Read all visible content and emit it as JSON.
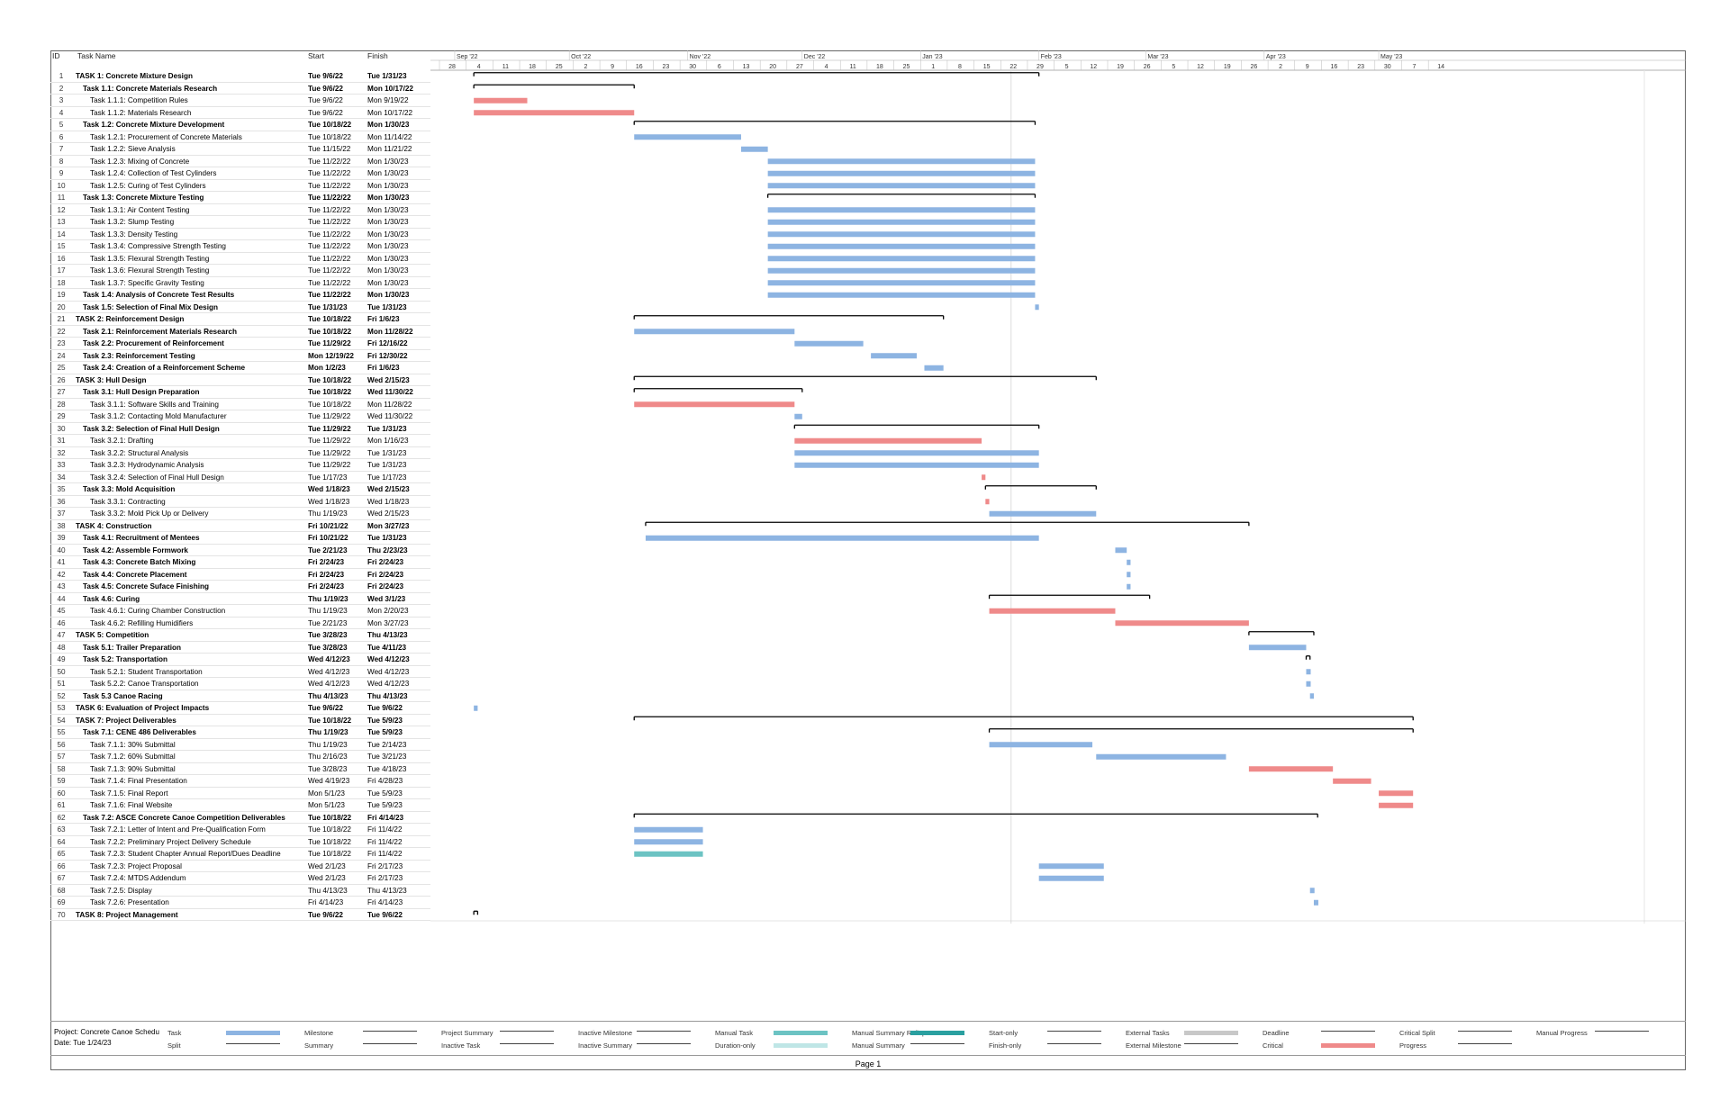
{
  "headers": {
    "id": "ID",
    "name": "Task Name",
    "start": "Start",
    "finish": "Finish"
  },
  "timeline": {
    "months": [
      "Sep '22",
      "Oct '22",
      "Nov '22",
      "Dec '22",
      "Jan '23",
      "Feb '23",
      "Mar '23",
      "Apr '23",
      "May '23"
    ],
    "days": [
      "28",
      "4",
      "11",
      "18",
      "25",
      "2",
      "9",
      "16",
      "23",
      "30",
      "6",
      "13",
      "20",
      "27",
      "4",
      "11",
      "18",
      "25",
      "1",
      "8",
      "15",
      "22",
      "29",
      "5",
      "12",
      "19",
      "26",
      "5",
      "12",
      "19",
      "26",
      "2",
      "9",
      "16",
      "23",
      "30",
      "7",
      "14"
    ]
  },
  "tasks": [
    {
      "id": "1",
      "name": "TASK 1: Concrete Mixture Design",
      "start": "Tue 9/6/22",
      "finish": "Tue 1/31/23",
      "level": 0,
      "summary": true
    },
    {
      "id": "2",
      "name": "Task 1.1: Concrete Materials Research",
      "start": "Tue 9/6/22",
      "finish": "Mon 10/17/22",
      "level": 1,
      "summary": true
    },
    {
      "id": "3",
      "name": "Task 1.1.1: Competition Rules",
      "start": "Tue 9/6/22",
      "finish": "Mon 9/19/22",
      "level": 2,
      "summary": false,
      "critical": true
    },
    {
      "id": "4",
      "name": "Task 1.1.2: Materials Research",
      "start": "Tue 9/6/22",
      "finish": "Mon 10/17/22",
      "level": 2,
      "summary": false,
      "critical": true
    },
    {
      "id": "5",
      "name": "Task 1.2: Concrete Mixture Development",
      "start": "Tue 10/18/22",
      "finish": "Mon 1/30/23",
      "level": 1,
      "summary": true
    },
    {
      "id": "6",
      "name": "Task 1.2.1: Procurement of Concrete Materials",
      "start": "Tue 10/18/22",
      "finish": "Mon 11/14/22",
      "level": 2,
      "summary": false
    },
    {
      "id": "7",
      "name": "Task 1.2.2: Sieve Analysis",
      "start": "Tue 11/15/22",
      "finish": "Mon 11/21/22",
      "level": 2,
      "summary": false
    },
    {
      "id": "8",
      "name": "Task 1.2.3: Mixing of Concrete",
      "start": "Tue 11/22/22",
      "finish": "Mon 1/30/23",
      "level": 2,
      "summary": false
    },
    {
      "id": "9",
      "name": "Task 1.2.4: Collection of Test Cylinders",
      "start": "Tue 11/22/22",
      "finish": "Mon 1/30/23",
      "level": 2,
      "summary": false
    },
    {
      "id": "10",
      "name": "Task 1.2.5: Curing of Test Cylinders",
      "start": "Tue 11/22/22",
      "finish": "Mon 1/30/23",
      "level": 2,
      "summary": false
    },
    {
      "id": "11",
      "name": "Task 1.3: Concrete Mixture Testing",
      "start": "Tue 11/22/22",
      "finish": "Mon 1/30/23",
      "level": 1,
      "summary": true
    },
    {
      "id": "12",
      "name": "Task 1.3.1: Air Content Testing",
      "start": "Tue 11/22/22",
      "finish": "Mon 1/30/23",
      "level": 2,
      "summary": false
    },
    {
      "id": "13",
      "name": "Task 1.3.2: Slump Testing",
      "start": "Tue 11/22/22",
      "finish": "Mon 1/30/23",
      "level": 2,
      "summary": false
    },
    {
      "id": "14",
      "name": "Task 1.3.3: Density Testing",
      "start": "Tue 11/22/22",
      "finish": "Mon 1/30/23",
      "level": 2,
      "summary": false
    },
    {
      "id": "15",
      "name": "Task 1.3.4: Compressive Strength Testing",
      "start": "Tue 11/22/22",
      "finish": "Mon 1/30/23",
      "level": 2,
      "summary": false
    },
    {
      "id": "16",
      "name": "Task 1.3.5: Flexural Strength Testing",
      "start": "Tue 11/22/22",
      "finish": "Mon 1/30/23",
      "level": 2,
      "summary": false
    },
    {
      "id": "17",
      "name": "Task 1.3.6: Flexural Strength Testing",
      "start": "Tue 11/22/22",
      "finish": "Mon 1/30/23",
      "level": 2,
      "summary": false
    },
    {
      "id": "18",
      "name": "Task 1.3.7: Specific Gravity Testing",
      "start": "Tue 11/22/22",
      "finish": "Mon 1/30/23",
      "level": 2,
      "summary": false
    },
    {
      "id": "19",
      "name": "Task 1.4: Analysis of Concrete Test Results",
      "start": "Tue 11/22/22",
      "finish": "Mon 1/30/23",
      "level": 1,
      "summary": false,
      "boldtext": true
    },
    {
      "id": "20",
      "name": "Task 1.5: Selection of Final Mix Design",
      "start": "Tue 1/31/23",
      "finish": "Tue 1/31/23",
      "level": 1,
      "summary": false,
      "boldtext": true
    },
    {
      "id": "21",
      "name": "TASK 2: Reinforcement Design",
      "start": "Tue 10/18/22",
      "finish": "Fri 1/6/23",
      "level": 0,
      "summary": true
    },
    {
      "id": "22",
      "name": "Task 2.1: Reinforcement Materials Research",
      "start": "Tue 10/18/22",
      "finish": "Mon 11/28/22",
      "level": 1,
      "summary": false,
      "boldtext": true
    },
    {
      "id": "23",
      "name": "Task 2.2: Procurement of Reinforcement",
      "start": "Tue 11/29/22",
      "finish": "Fri 12/16/22",
      "level": 1,
      "summary": false,
      "boldtext": true
    },
    {
      "id": "24",
      "name": "Task 2.3: Reinforcement Testing",
      "start": "Mon 12/19/22",
      "finish": "Fri 12/30/22",
      "level": 1,
      "summary": false,
      "boldtext": true
    },
    {
      "id": "25",
      "name": "Task 2.4: Creation of a Reinforcement Scheme",
      "start": "Mon 1/2/23",
      "finish": "Fri 1/6/23",
      "level": 1,
      "summary": false,
      "boldtext": true
    },
    {
      "id": "26",
      "name": "TASK 3: Hull Design",
      "start": "Tue 10/18/22",
      "finish": "Wed 2/15/23",
      "level": 0,
      "summary": true
    },
    {
      "id": "27",
      "name": "Task 3.1: Hull Design Preparation",
      "start": "Tue 10/18/22",
      "finish": "Wed 11/30/22",
      "level": 1,
      "summary": true
    },
    {
      "id": "28",
      "name": "Task 3.1.1: Software Skills and Training",
      "start": "Tue 10/18/22",
      "finish": "Mon 11/28/22",
      "level": 2,
      "summary": false,
      "critical": true
    },
    {
      "id": "29",
      "name": "Task 3.1.2: Contacting Mold Manufacturer",
      "start": "Tue 11/29/22",
      "finish": "Wed 11/30/22",
      "level": 2,
      "summary": false
    },
    {
      "id": "30",
      "name": "Task 3.2: Selection of Final Hull Design",
      "start": "Tue 11/29/22",
      "finish": "Tue 1/31/23",
      "level": 1,
      "summary": true
    },
    {
      "id": "31",
      "name": "Task 3.2.1: Drafting",
      "start": "Tue 11/29/22",
      "finish": "Mon 1/16/23",
      "level": 2,
      "summary": false,
      "critical": true
    },
    {
      "id": "32",
      "name": "Task 3.2.2: Structural Analysis",
      "start": "Tue 11/29/22",
      "finish": "Tue 1/31/23",
      "level": 2,
      "summary": false
    },
    {
      "id": "33",
      "name": "Task 3.2.3: Hydrodynamic Analysis",
      "start": "Tue 11/29/22",
      "finish": "Tue 1/31/23",
      "level": 2,
      "summary": false
    },
    {
      "id": "34",
      "name": "Task 3.2.4: Selection of Final Hull Design",
      "start": "Tue 1/17/23",
      "finish": "Tue 1/17/23",
      "level": 2,
      "summary": false,
      "critical": true
    },
    {
      "id": "35",
      "name": "Task 3.3: Mold Acquisition",
      "start": "Wed 1/18/23",
      "finish": "Wed 2/15/23",
      "level": 1,
      "summary": true
    },
    {
      "id": "36",
      "name": "Task 3.3.1: Contracting",
      "start": "Wed 1/18/23",
      "finish": "Wed 1/18/23",
      "level": 2,
      "summary": false,
      "critical": true
    },
    {
      "id": "37",
      "name": "Task 3.3.2: Mold Pick Up or Delivery",
      "start": "Thu 1/19/23",
      "finish": "Wed 2/15/23",
      "level": 2,
      "summary": false
    },
    {
      "id": "38",
      "name": "TASK 4: Construction",
      "start": "Fri 10/21/22",
      "finish": "Mon 3/27/23",
      "level": 0,
      "summary": true
    },
    {
      "id": "39",
      "name": "Task 4.1: Recruitment of Mentees",
      "start": "Fri 10/21/22",
      "finish": "Tue 1/31/23",
      "level": 1,
      "summary": false,
      "boldtext": true
    },
    {
      "id": "40",
      "name": "Task 4.2: Assemble Formwork",
      "start": "Tue 2/21/23",
      "finish": "Thu 2/23/23",
      "level": 1,
      "summary": false,
      "boldtext": true
    },
    {
      "id": "41",
      "name": "Task 4.3: Concrete Batch Mixing",
      "start": "Fri 2/24/23",
      "finish": "Fri 2/24/23",
      "level": 1,
      "summary": false,
      "boldtext": true
    },
    {
      "id": "42",
      "name": "Task 4.4: Concrete Placement",
      "start": "Fri 2/24/23",
      "finish": "Fri 2/24/23",
      "level": 1,
      "summary": false,
      "boldtext": true
    },
    {
      "id": "43",
      "name": "Task 4.5: Concrete Suface Finishing",
      "start": "Fri 2/24/23",
      "finish": "Fri 2/24/23",
      "level": 1,
      "summary": false,
      "boldtext": true
    },
    {
      "id": "44",
      "name": "Task 4.6: Curing",
      "start": "Thu 1/19/23",
      "finish": "Wed 3/1/23",
      "level": 1,
      "summary": true
    },
    {
      "id": "45",
      "name": "Task 4.6.1: Curing Chamber Construction",
      "start": "Thu 1/19/23",
      "finish": "Mon 2/20/23",
      "level": 2,
      "summary": false,
      "critical": true
    },
    {
      "id": "46",
      "name": "Task 4.6.2: Refilling Humidifiers",
      "start": "Tue 2/21/23",
      "finish": "Mon 3/27/23",
      "level": 2,
      "summary": false,
      "critical": true
    },
    {
      "id": "47",
      "name": "TASK 5: Competition",
      "start": "Tue 3/28/23",
      "finish": "Thu 4/13/23",
      "level": 0,
      "summary": true
    },
    {
      "id": "48",
      "name": "Task 5.1: Trailer Preparation",
      "start": "Tue 3/28/23",
      "finish": "Tue 4/11/23",
      "level": 1,
      "summary": false,
      "boldtext": true
    },
    {
      "id": "49",
      "name": "Task 5.2: Transportation",
      "start": "Wed 4/12/23",
      "finish": "Wed 4/12/23",
      "level": 1,
      "summary": true
    },
    {
      "id": "50",
      "name": "Task 5.2.1: Student Transportation",
      "start": "Wed 4/12/23",
      "finish": "Wed 4/12/23",
      "level": 2,
      "summary": false
    },
    {
      "id": "51",
      "name": "Task 5.2.2: Canoe Transportation",
      "start": "Wed 4/12/23",
      "finish": "Wed 4/12/23",
      "level": 2,
      "summary": false
    },
    {
      "id": "52",
      "name": "Task 5.3 Canoe Racing",
      "start": "Thu 4/13/23",
      "finish": "Thu 4/13/23",
      "level": 1,
      "summary": false,
      "boldtext": true
    },
    {
      "id": "53",
      "name": "TASK 6: Evaluation of Project Impacts",
      "start": "Tue 9/6/22",
      "finish": "Tue 9/6/22",
      "level": 0,
      "summary": false,
      "boldtext": true
    },
    {
      "id": "54",
      "name": "TASK 7: Project Deliverables",
      "start": "Tue 10/18/22",
      "finish": "Tue 5/9/23",
      "level": 0,
      "summary": true
    },
    {
      "id": "55",
      "name": "Task 7.1: CENE 486 Deliverables",
      "start": "Thu 1/19/23",
      "finish": "Tue 5/9/23",
      "level": 1,
      "summary": true
    },
    {
      "id": "56",
      "name": "Task 7.1.1: 30% Submittal",
      "start": "Thu 1/19/23",
      "finish": "Tue 2/14/23",
      "level": 2,
      "summary": false
    },
    {
      "id": "57",
      "name": "Task 7.1.2: 60% Submittal",
      "start": "Thu 2/16/23",
      "finish": "Tue 3/21/23",
      "level": 2,
      "summary": false
    },
    {
      "id": "58",
      "name": "Task 7.1.3: 90% Submittal",
      "start": "Tue 3/28/23",
      "finish": "Tue 4/18/23",
      "level": 2,
      "summary": false,
      "critical": true
    },
    {
      "id": "59",
      "name": "Task 7.1.4: Final Presentation",
      "start": "Wed 4/19/23",
      "finish": "Fri 4/28/23",
      "level": 2,
      "summary": false,
      "critical": true
    },
    {
      "id": "60",
      "name": "Task 7.1.5: Final Report",
      "start": "Mon 5/1/23",
      "finish": "Tue 5/9/23",
      "level": 2,
      "summary": false,
      "critical": true
    },
    {
      "id": "61",
      "name": "Task 7.1.6: Final Website",
      "start": "Mon 5/1/23",
      "finish": "Tue 5/9/23",
      "level": 2,
      "summary": false,
      "critical": true
    },
    {
      "id": "62",
      "name": "Task 7.2: ASCE Concrete Canoe Competition Deliverables",
      "start": "Tue 10/18/22",
      "finish": "Fri 4/14/23",
      "level": 1,
      "summary": true
    },
    {
      "id": "63",
      "name": "Task 7.2.1: Letter of Intent and Pre-Qualification Form",
      "start": "Tue 10/18/22",
      "finish": "Fri 11/4/22",
      "level": 2,
      "summary": false
    },
    {
      "id": "64",
      "name": "Task 7.2.2: Preliminary Project Delivery Schedule",
      "start": "Tue 10/18/22",
      "finish": "Fri 11/4/22",
      "level": 2,
      "summary": false
    },
    {
      "id": "65",
      "name": "Task 7.2.3: Student Chapter Annual Report/Dues Deadline",
      "start": "Tue 10/18/22",
      "finish": "Fri 11/4/22",
      "level": 2,
      "summary": false,
      "manual": true
    },
    {
      "id": "66",
      "name": "Task 7.2.3: Project Proposal",
      "start": "Wed 2/1/23",
      "finish": "Fri 2/17/23",
      "level": 2,
      "summary": false
    },
    {
      "id": "67",
      "name": "Task 7.2.4: MTDS Addendum",
      "start": "Wed 2/1/23",
      "finish": "Fri 2/17/23",
      "level": 2,
      "summary": false
    },
    {
      "id": "68",
      "name": "Task 7.2.5: Display",
      "start": "Thu 4/13/23",
      "finish": "Thu 4/13/23",
      "level": 2,
      "summary": false
    },
    {
      "id": "69",
      "name": "Task 7.2.6: Presentation",
      "start": "Fri 4/14/23",
      "finish": "Fri 4/14/23",
      "level": 2,
      "summary": false
    },
    {
      "id": "70",
      "name": "TASK 8: Project Management",
      "start": "Tue 9/6/22",
      "finish": "Tue 9/6/22",
      "level": 0,
      "summary": true
    }
  ],
  "legend": {
    "project": "Project: Concrete Canoe Schedu",
    "date": "Date: Tue 1/24/23",
    "items": [
      "Task",
      "Split",
      "Milestone",
      "Summary",
      "Project Summary",
      "Inactive Task",
      "Inactive Milestone",
      "Inactive Summary",
      "Manual Task",
      "Duration-only",
      "Manual Summary Rollup",
      "Manual Summary",
      "Start-only",
      "Finish-only",
      "External Tasks",
      "External Milestone",
      "Deadline",
      "Critical",
      "Critical Split",
      "Progress",
      "Manual Progress"
    ]
  },
  "footer": {
    "page": "Page 1"
  },
  "colors": {
    "task": "#8db4e2",
    "critical": "#ef8a8a",
    "summary": "#000000",
    "manual": "#6cc3c3",
    "link_blue": "#4f81bd",
    "link_red": "#c0504d"
  }
}
